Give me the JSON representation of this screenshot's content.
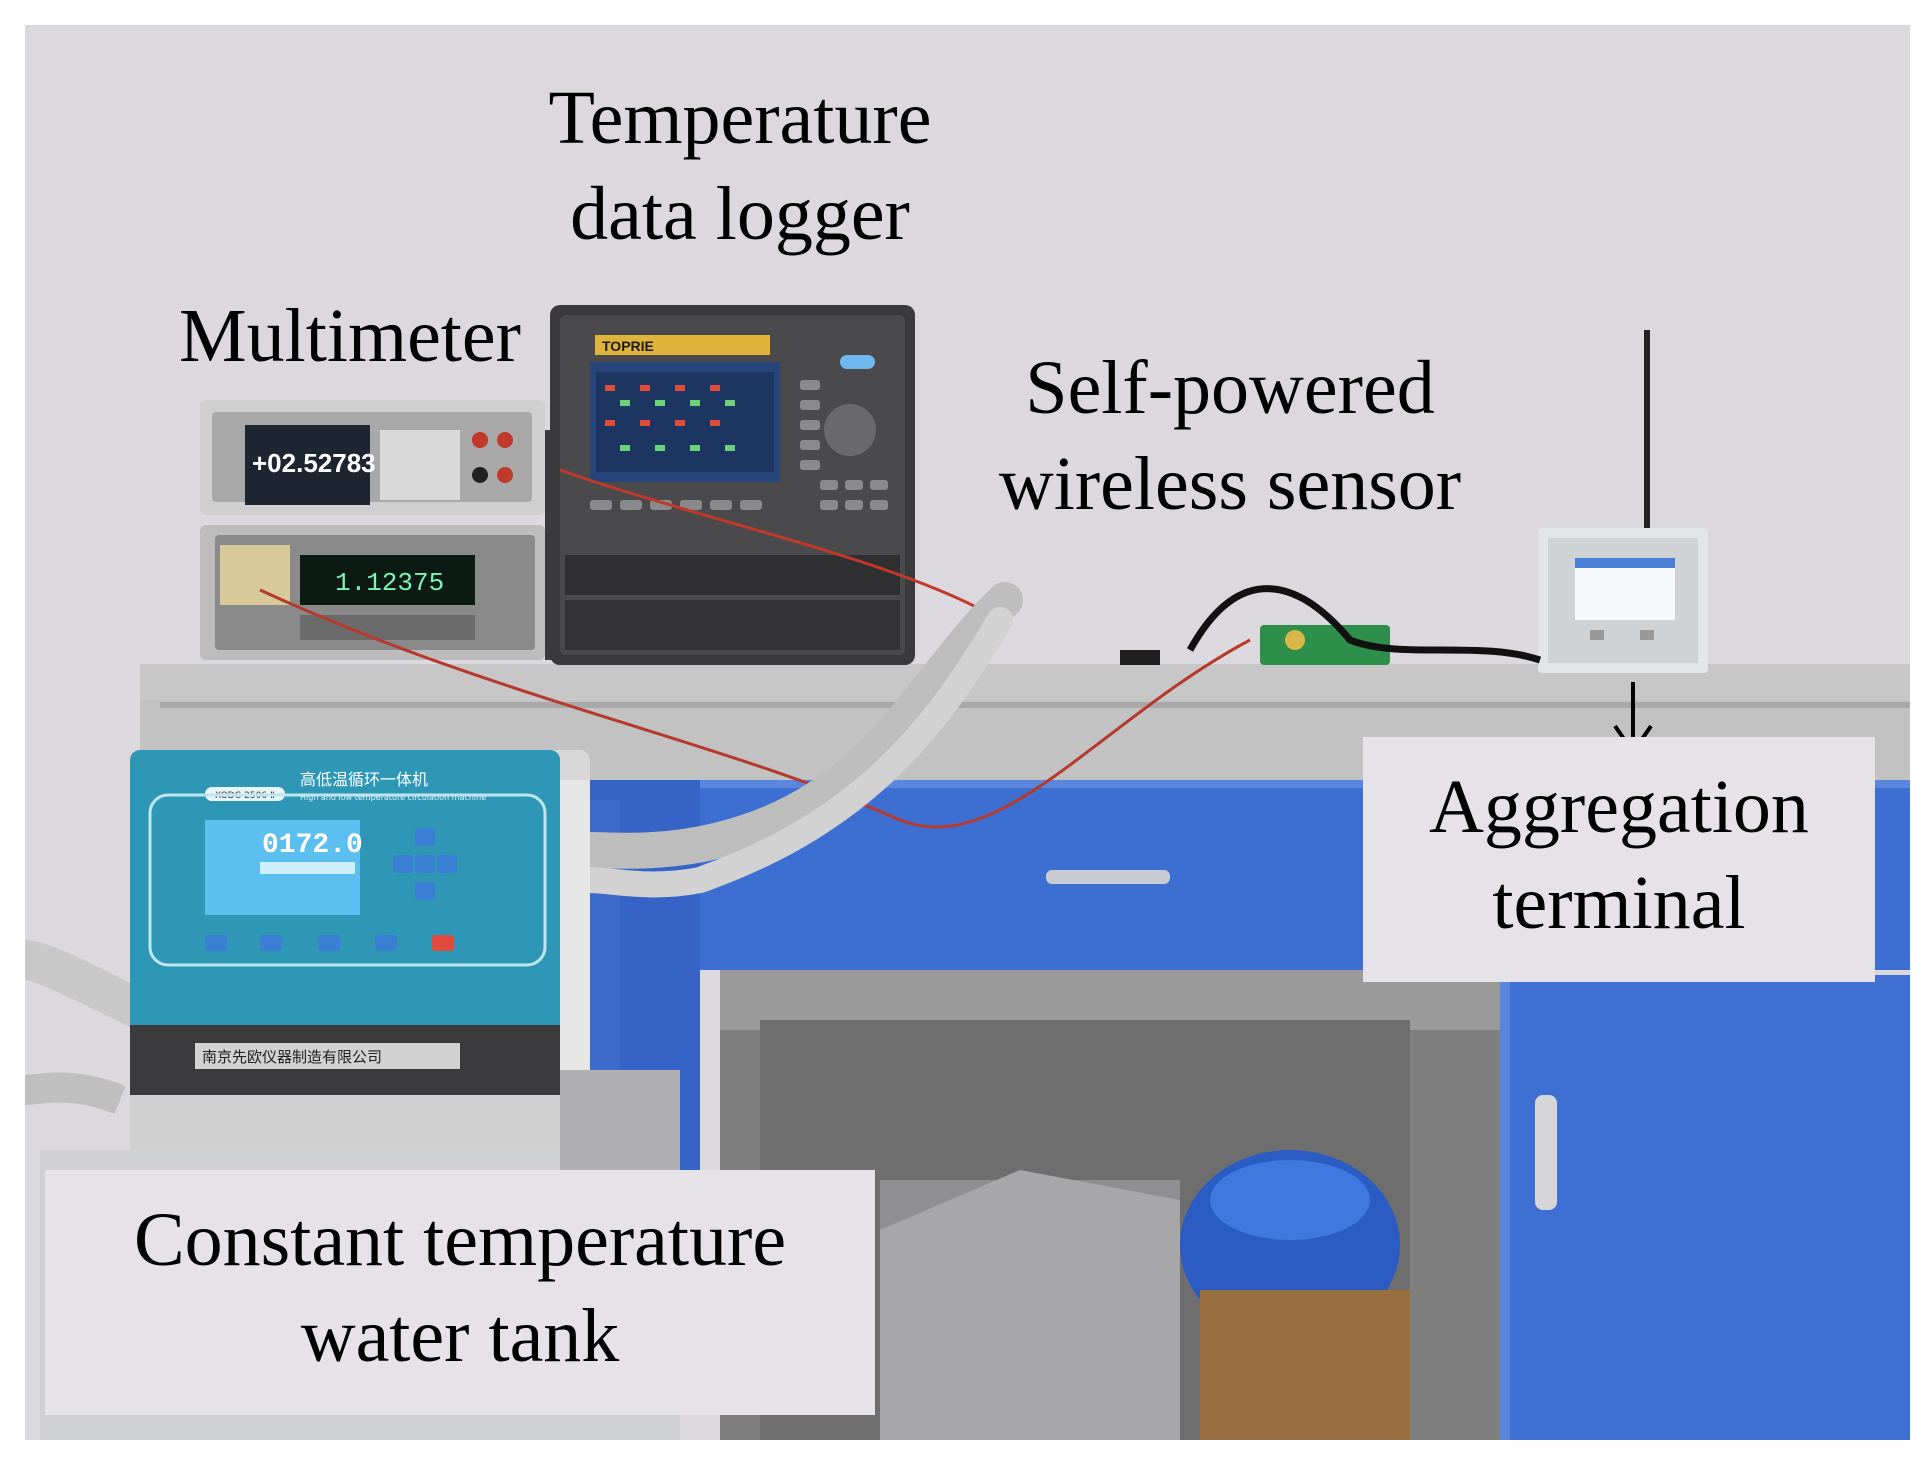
{
  "labels": {
    "temperature_data_logger": {
      "line1": "Temperature",
      "line2": "data logger"
    },
    "multimeter": "Multimeter",
    "self_powered_wireless_sensor": {
      "line1": "Self-powered",
      "line2": "wireless sensor"
    },
    "aggregation_terminal": {
      "line1": "Aggregation",
      "line2": "terminal"
    },
    "constant_temperature_water_tank": {
      "line1": "Constant temperature",
      "line2": "water tank"
    }
  },
  "device_readouts": {
    "multimeter_upper": "+02.52783",
    "multimeter_lower": "1.12375",
    "water_tank_display": "0172.0",
    "logger_brand": "TOPRIE",
    "water_tank_model": "XODC-2506-Ⅱ",
    "water_tank_title": "高低温循环一体机",
    "water_tank_subtitle": "High and low temperature circulation machine",
    "water_tank_maker": "南京先欧仪器制造有限公司"
  },
  "colors": {
    "wall": "#dcd9de",
    "cabinet_blue": "#3f6fd0",
    "counter_grey": "#c9c9c9",
    "tank_teal": "#2f9ab7",
    "label_box": "#e6e3e8"
  }
}
